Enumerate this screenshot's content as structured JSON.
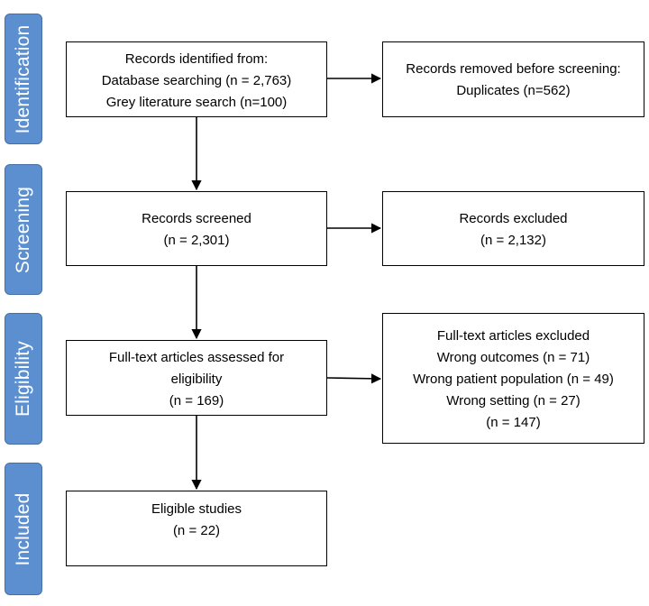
{
  "stages": {
    "identification": "Identification",
    "screening": "Screening",
    "eligibility": "Eligibility",
    "included": "Included"
  },
  "boxes": {
    "identified": [
      "Records identified from:",
      "Database searching (n = 2,763)",
      "Grey literature search (n=100)"
    ],
    "removed": [
      "Records removed before screening:",
      "Duplicates (n=562)"
    ],
    "screened": [
      "Records screened",
      "(n = 2,301)"
    ],
    "excluded": [
      "Records excluded",
      "(n = 2,132)"
    ],
    "fulltext": [
      "Full-text articles assessed for",
      "eligibility",
      "(n = 169)"
    ],
    "fulltext_excluded": [
      "Full-text articles excluded",
      "Wrong outcomes (n = 71)",
      "Wrong patient population (n = 49)",
      "Wrong setting (n = 27)",
      "(n = 147)"
    ],
    "eligible": [
      "Eligible studies",
      "(n = 22)"
    ]
  },
  "colors": {
    "stage_fill": "#5b8fd0",
    "stage_text": "#ffffff",
    "box_border": "#000000",
    "arrow": "#000000"
  }
}
